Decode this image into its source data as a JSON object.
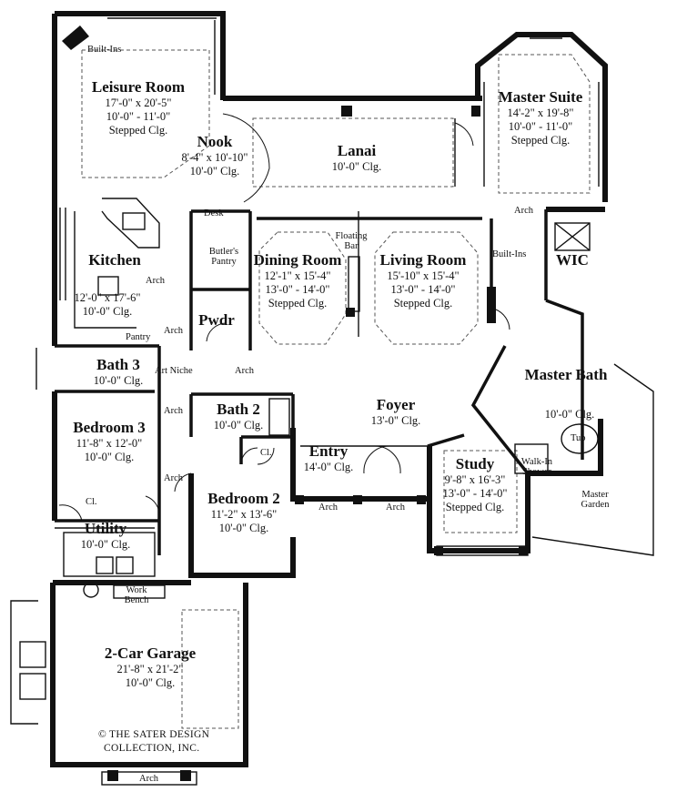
{
  "rooms": {
    "leisure": {
      "name": "Leisure Room",
      "dims": [
        "17'-0\" x 20'-5\"",
        "10'-0\" - 11'-0\"",
        "Stepped Clg."
      ]
    },
    "nook": {
      "name": "Nook",
      "dims": [
        "8'-4\" x 10'-10\"",
        "10'-0\" Clg."
      ]
    },
    "lanai": {
      "name": "Lanai",
      "dims": [
        "10'-0\" Clg."
      ]
    },
    "master_suite": {
      "name": "Master Suite",
      "dims": [
        "14'-2\" x 19'-8\"",
        "10'-0\" - 11'-0\"",
        "Stepped Clg."
      ]
    },
    "kitchen": {
      "name": "Kitchen",
      "dims": [
        "12'-0\" x 17'-6\"",
        "10'-0\" Clg."
      ]
    },
    "dining": {
      "name": "Dining Room",
      "dims": [
        "12'-1\" x 15'-4\"",
        "13'-0\" - 14'-0\"",
        "Stepped Clg."
      ]
    },
    "living": {
      "name": "Living Room",
      "dims": [
        "15'-10\" x 15'-4\"",
        "13'-0\" - 14'-0\"",
        "Stepped Clg."
      ]
    },
    "wic": {
      "name": "WIC",
      "dims": []
    },
    "pwdr": {
      "name": "Pwdr",
      "dims": []
    },
    "bath3": {
      "name": "Bath 3",
      "dims": [
        "10'-0\" Clg."
      ]
    },
    "bath2": {
      "name": "Bath 2",
      "dims": [
        "10'-0\" Clg."
      ]
    },
    "bedroom3": {
      "name": "Bedroom 3",
      "dims": [
        "11'-8\" x 12'-0\"",
        "10'-0\" Clg."
      ]
    },
    "foyer": {
      "name": "Foyer",
      "dims": [
        "13'-0\" Clg."
      ]
    },
    "master_bath": {
      "name": "Master Bath",
      "dims": [
        "10'-0\" Clg."
      ]
    },
    "entry": {
      "name": "Entry",
      "dims": [
        "14'-0\" Clg."
      ]
    },
    "study": {
      "name": "Study",
      "dims": [
        "9'-8\" x 16'-3\"",
        "13'-0\" - 14'-0\"",
        "Stepped Clg."
      ]
    },
    "bedroom2": {
      "name": "Bedroom 2",
      "dims": [
        "11'-2\" x 13'-6\"",
        "10'-0\" Clg."
      ]
    },
    "utility": {
      "name": "Utility",
      "dims": [
        "10'-0\" Clg."
      ]
    },
    "garage": {
      "name": "2-Car Garage",
      "dims": [
        "21'-8\" x 21'-2\"",
        "10'-0\" Clg."
      ]
    }
  },
  "notes": {
    "builtins_top": "Built-Ins",
    "builtins_right": "Built-Ins",
    "desk": "Desk",
    "butlers_pantry": "Butler's Pantry",
    "floating_bar": "Floating Bar",
    "pantry": "Pantry",
    "art_niche": "Art Niche",
    "cl_bath2": "Cl.",
    "cl_bed3": "Cl.",
    "tub": "Tub",
    "walk_in_shower": "Walk-In Shower",
    "master_garden": "Master Garden",
    "work_bench": "Work Bench",
    "arch": "Arch"
  },
  "credit": {
    "line1": "© THE SATER DESIGN",
    "line2": "COLLECTION, INC."
  }
}
